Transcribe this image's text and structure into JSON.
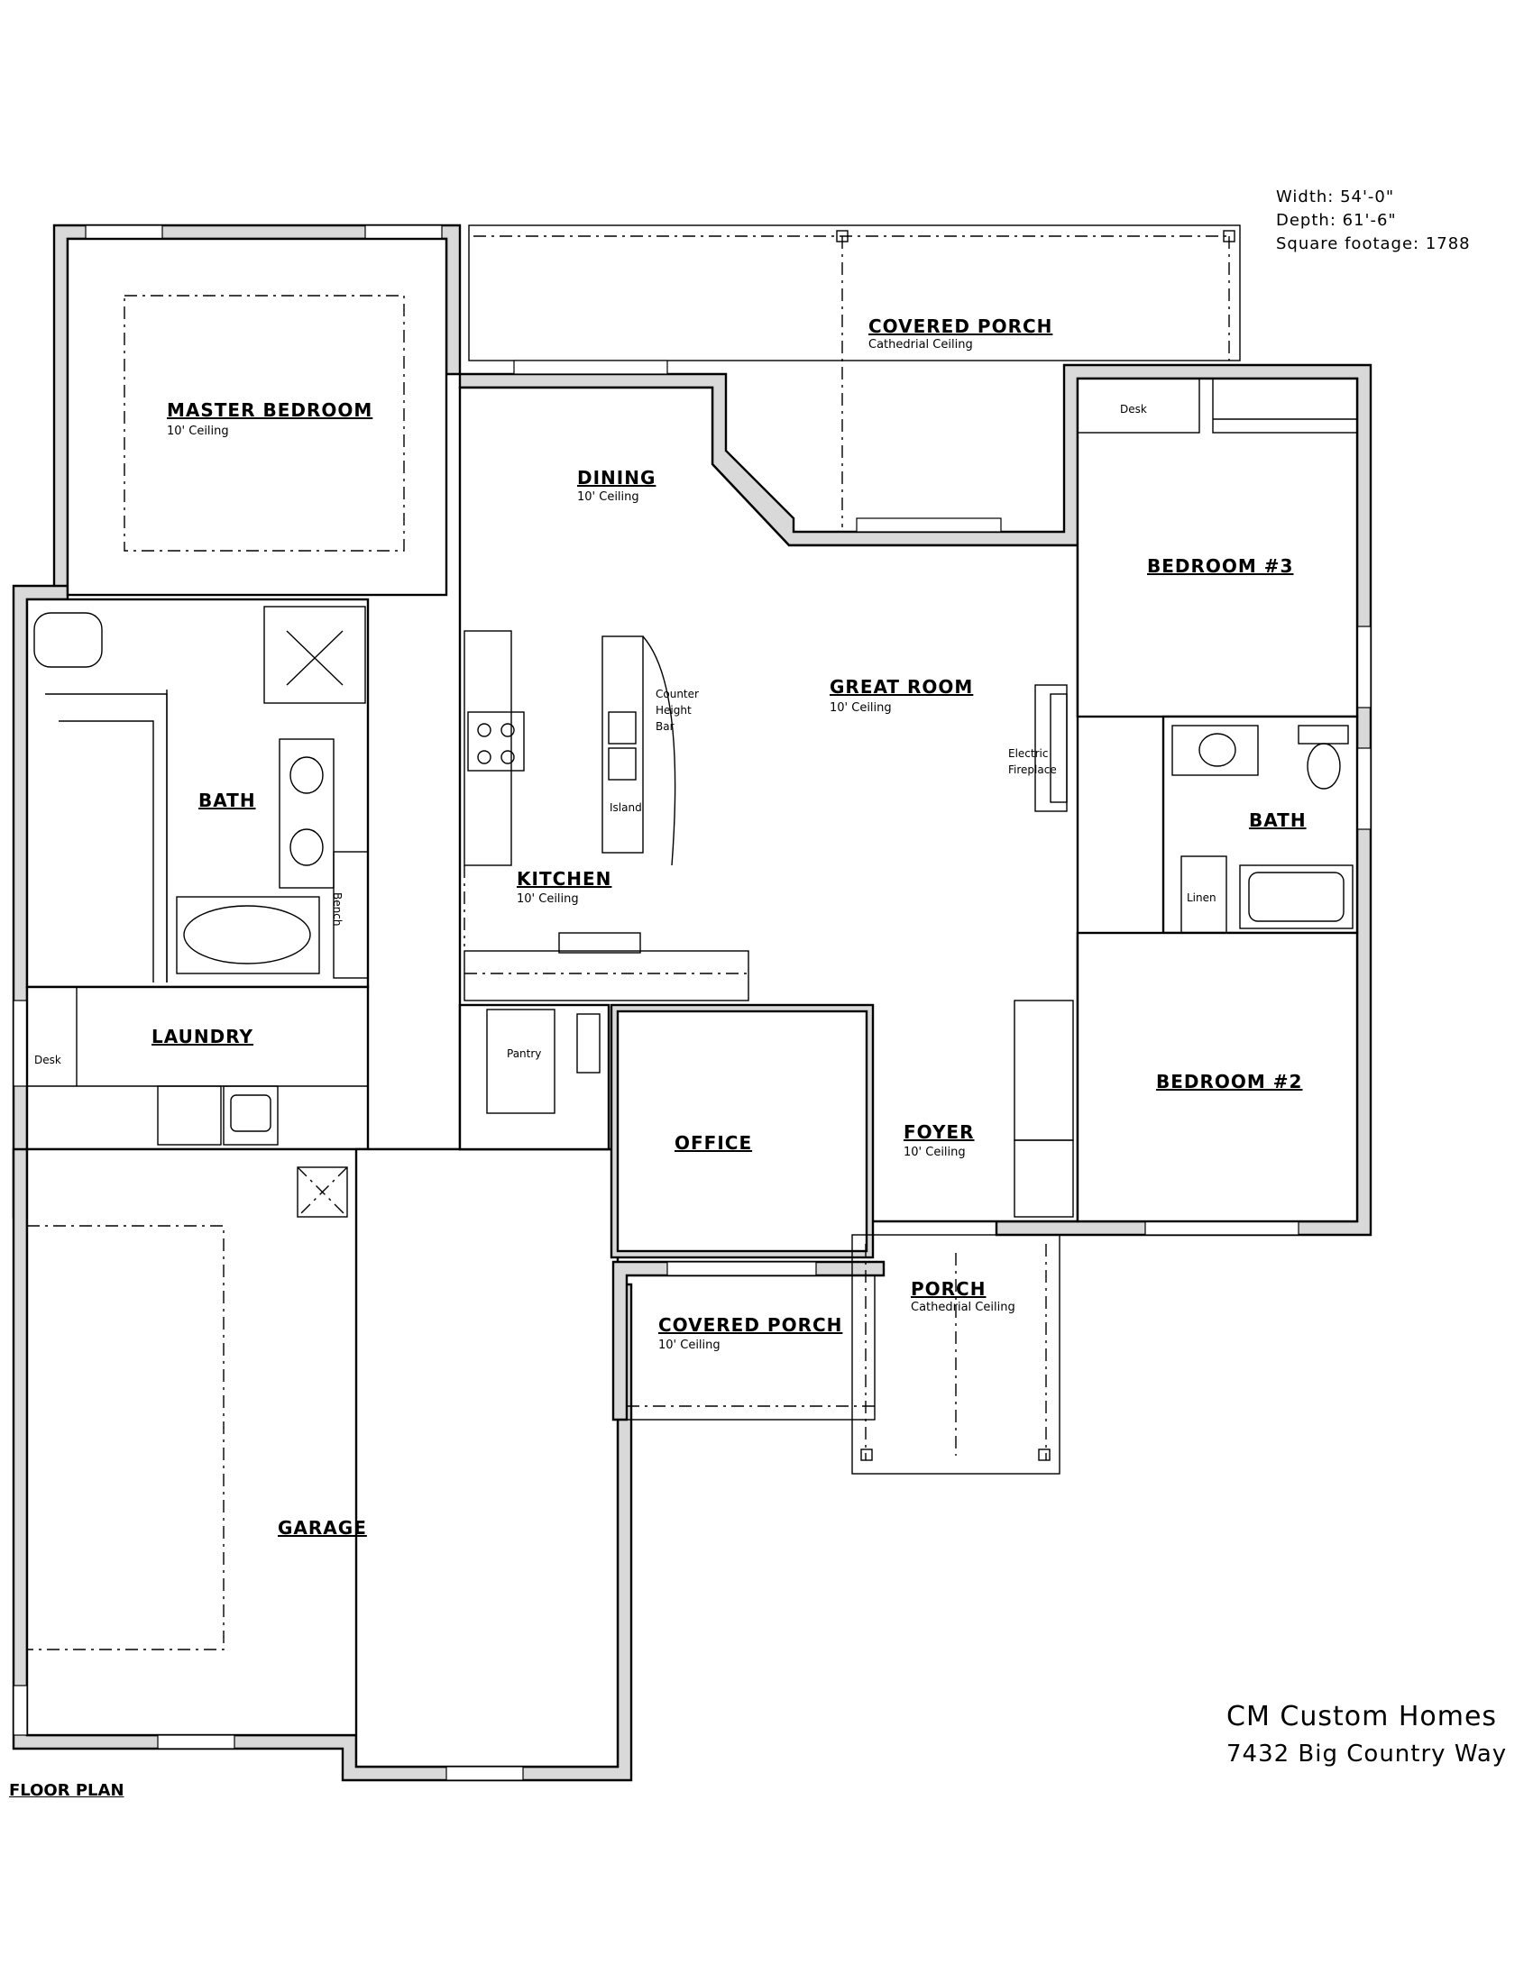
{
  "specs": {
    "width": "Width:  54'-0\"",
    "depth": "Depth: 61'-6\"",
    "area": "Square footage: 1788"
  },
  "rooms": {
    "master_bedroom": "MASTER BEDROOM",
    "master_ceiling": "10' Ceiling",
    "covered_porch_rear": "COVERED PORCH",
    "covered_porch_rear_ceiling": "Cathedrial Ceiling",
    "dining": "DINING",
    "dining_ceiling": "10' Ceiling",
    "great_room": "GREAT ROOM",
    "great_room_ceiling": "10' Ceiling",
    "bedroom3": "BEDROOM #3",
    "desk_bedroom3": "Desk",
    "master_bath": "BATH",
    "bench": "Bench",
    "counter": "Counter",
    "height": "Height",
    "bar": "Bar",
    "island": "Island",
    "electric": "Electric",
    "fireplace": "Fireplace",
    "bath2": "BATH",
    "linen": "Linen",
    "kitchen": "KITCHEN",
    "kitchen_ceiling": "10' Ceiling",
    "laundry": "LAUNDRY",
    "desk_laundry": "Desk",
    "pantry": "Pantry",
    "office": "OFFICE",
    "foyer": "FOYER",
    "foyer_ceiling": "10' Ceiling",
    "bedroom2": "BEDROOM #2",
    "porch": "PORCH",
    "porch_ceiling": "Cathedrial Ceiling",
    "covered_porch_front": "COVERED PORCH",
    "covered_porch_front_ceiling": "10' Ceiling",
    "garage": "GARAGE"
  },
  "footer": {
    "company": "CM Custom Homes",
    "address": "7432 Big Country Way",
    "title": "FLOOR PLAN"
  }
}
